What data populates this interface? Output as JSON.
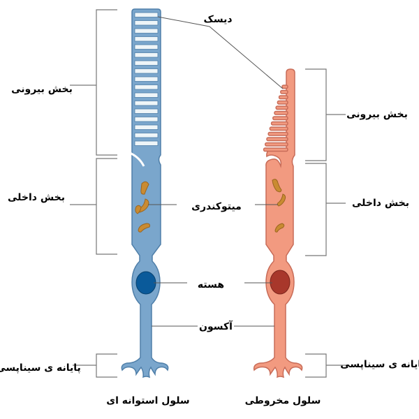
{
  "labels": {
    "disc": "دیسک",
    "outer_segment": "بخش بیرونی",
    "inner_segment": "بخش داخلی",
    "mitochondria": "میتوکندری",
    "nucleus": "هسته",
    "axon": "آکسون",
    "synaptic_terminal": "پایانه ی سیناپسی",
    "rod_cell": "سلول استوانه ای",
    "cone_cell": "سلول مخروطی"
  },
  "colors": {
    "rod": "#7aa6cc",
    "rod_nucleus": "#0a5a9a",
    "cone": "#f29a80",
    "cone_nucleus": "#a8372b",
    "mitochondria": "#c98b32"
  }
}
